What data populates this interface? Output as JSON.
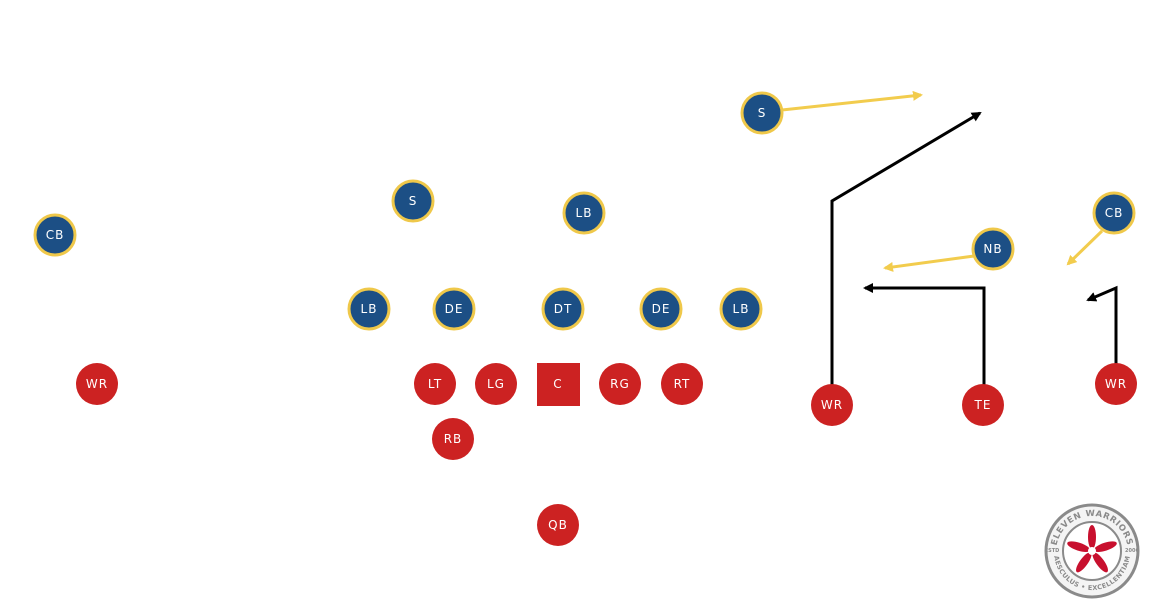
{
  "colors": {
    "offense_fill": "#cc2222",
    "defense_fill": "#1c4f85",
    "defense_ring": "#efc84a",
    "defense_route": "#f2cc4d",
    "offense_route": "#000000",
    "logo_gray": "#8a8a8a",
    "logo_red": "#c8102e"
  },
  "defense": [
    {
      "id": "d-s-deep",
      "label": "S"
    },
    {
      "id": "d-s",
      "label": "S"
    },
    {
      "id": "d-lb-mike",
      "label": "LB"
    },
    {
      "id": "d-cb-left",
      "label": "CB"
    },
    {
      "id": "d-cb-right",
      "label": "CB"
    },
    {
      "id": "d-nb",
      "label": "NB"
    },
    {
      "id": "d-lb-left",
      "label": "LB"
    },
    {
      "id": "d-de-left",
      "label": "DE"
    },
    {
      "id": "d-dt",
      "label": "DT"
    },
    {
      "id": "d-de-right",
      "label": "DE"
    },
    {
      "id": "d-lb-right",
      "label": "LB"
    }
  ],
  "offense": [
    {
      "id": "o-wr-left",
      "label": "WR"
    },
    {
      "id": "o-lt",
      "label": "LT"
    },
    {
      "id": "o-lg",
      "label": "LG"
    },
    {
      "id": "o-c",
      "label": "C"
    },
    {
      "id": "o-rg",
      "label": "RG"
    },
    {
      "id": "o-rt",
      "label": "RT"
    },
    {
      "id": "o-wr-mid",
      "label": "WR"
    },
    {
      "id": "o-te",
      "label": "TE"
    },
    {
      "id": "o-wr-right",
      "label": "WR"
    },
    {
      "id": "o-rb",
      "label": "RB"
    },
    {
      "id": "o-qb",
      "label": "QB"
    }
  ],
  "logo": {
    "top_text": "ELEVEN WARRIORS",
    "bottom_text": "AESCULUS • EXCELLENTIAM",
    "left_text": "ESTD",
    "right_text": "2006"
  }
}
